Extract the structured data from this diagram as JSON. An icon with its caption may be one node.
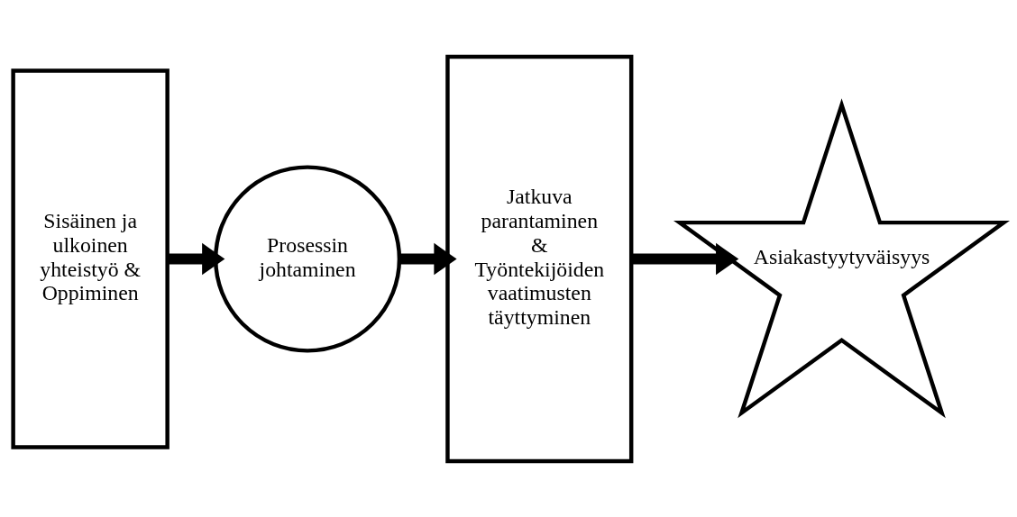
{
  "diagram": {
    "nodes": [
      {
        "text": [
          "Sisäinen ja ulkoinen yhteistyö & Oppiminen"
        ]
      },
      {
        "text": [
          "Prosessin johtaminen"
        ]
      },
      {
        "text": [
          "Jatkuva parantaminen & Työntekijöiden vaatimusten täyttyminen"
        ]
      },
      {
        "text": [
          "Asiakastyytyväisyys"
        ]
      }
    ],
    "edges": [
      {
        "from": 0,
        "to": 1,
        "arrow": "to"
      },
      {
        "from": 1,
        "to": 2,
        "arrow": "to"
      },
      {
        "from": 2,
        "to": 3,
        "arrow": "to"
      }
    ]
  }
}
